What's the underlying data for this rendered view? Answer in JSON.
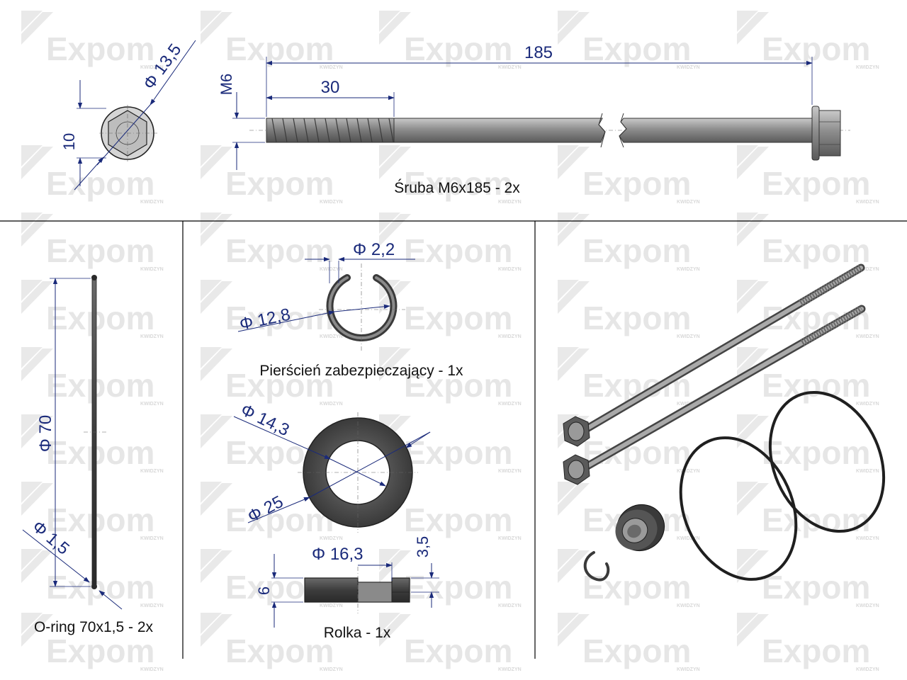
{
  "watermark": {
    "brand": "Expom",
    "sub": "KWIDZYN"
  },
  "colors": {
    "dimension": "#1a2a7a",
    "steel": "#8e8e8e",
    "dark": "#3a3a3a",
    "watermark": "#e6e6e6"
  },
  "bolt": {
    "caption": "Śruba M6x185 - 2x",
    "dim_length": "185",
    "dim_thread": "30",
    "dim_thread_size": "M6",
    "dim_height": "10",
    "dim_head": "Φ 13,5"
  },
  "oring": {
    "caption": "O-ring 70x1,5 - 2x",
    "dim_diameter": "Φ 70",
    "dim_section": "Φ 1,5"
  },
  "circlip": {
    "caption": "Pierścień zabezpieczający - 1x",
    "dim_wire": "Φ 2,2",
    "dim_diameter": "Φ 12,8"
  },
  "washer": {
    "dim_inner": "Φ 14,3",
    "dim_outer": "Φ 25"
  },
  "roller": {
    "caption": "Rolka - 1x",
    "dim_bore": "Φ 16,3",
    "dim_step": "3,5",
    "dim_height": "6"
  }
}
